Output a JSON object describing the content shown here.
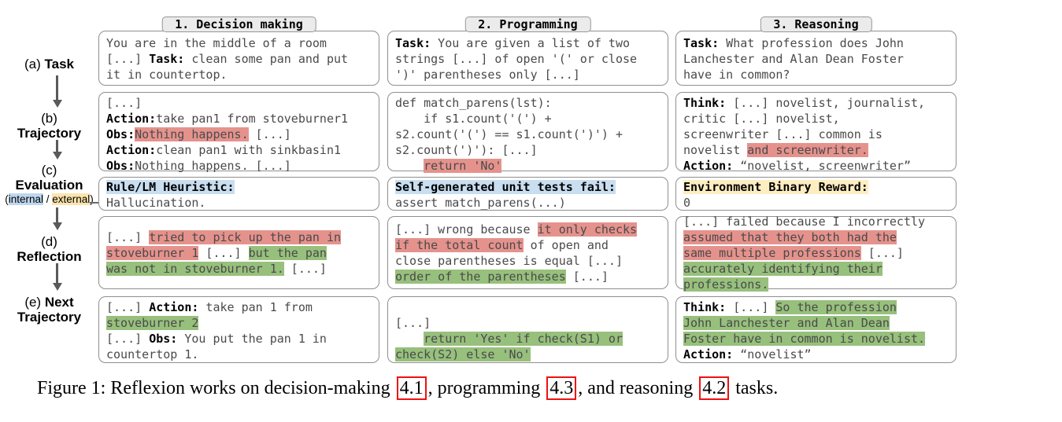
{
  "palette": {
    "highlight_red": "#e5928d",
    "highlight_green": "#97c07c",
    "highlight_blue": "#c9def0",
    "highlight_yellow": "#fdeec2",
    "box_border": "#8f8f8f",
    "tab_background": "#ebebeb",
    "ref_box_red": "#ee1111",
    "mono_text": "#4a4a4a"
  },
  "rail": {
    "a": [
      {
        "t": "(a) "
      },
      {
        "t": "Task",
        "s": "b"
      }
    ],
    "b": [
      {
        "t": "(b)\n"
      },
      {
        "t": "Trajectory",
        "s": "b"
      }
    ],
    "c": [
      {
        "t": "(c)\n"
      },
      {
        "t": "Evaluation",
        "s": "b"
      }
    ],
    "c_sub": [
      {
        "t": "("
      },
      {
        "t": "internal",
        "s": "hl-blue"
      },
      {
        "t": " / "
      },
      {
        "t": "external",
        "s": "hl-yellow"
      },
      {
        "t": ")"
      }
    ],
    "d": [
      {
        "t": "(d)\n"
      },
      {
        "t": "Reflection",
        "s": "b"
      }
    ],
    "e": [
      {
        "t": "(e) "
      },
      {
        "t": "Next",
        "s": "b"
      },
      {
        "t": "\n"
      },
      {
        "t": "Trajectory",
        "s": "b"
      }
    ]
  },
  "columns": [
    {
      "header": "1. Decision making",
      "task": [
        {
          "t": "You are in the middle of a room\n[...] "
        },
        {
          "t": "Task:",
          "s": "b"
        },
        {
          "t": " clean some pan and put\nit in countertop."
        }
      ],
      "trajectory": [
        {
          "t": "[...]\n"
        },
        {
          "t": "Action:",
          "s": "b"
        },
        {
          "t": "take pan1 from stoveburner1\n"
        },
        {
          "t": "Obs:",
          "s": "b"
        },
        {
          "t": "Nothing happens.",
          "s": "hl-red"
        },
        {
          "t": " [...]\n"
        },
        {
          "t": "Action:",
          "s": "b"
        },
        {
          "t": "clean pan1 with sinkbasin1\n"
        },
        {
          "t": "Obs:",
          "s": "b"
        },
        {
          "t": "Nothing happens. [...]"
        }
      ],
      "evaluation": [
        {
          "t": "Rule/LM Heuristic:",
          "s": "b hl-blue"
        },
        {
          "t": "\nHallucination."
        }
      ],
      "reflection": [
        {
          "t": "[...] "
        },
        {
          "t": "tried to pick up the pan in\nstoveburner 1",
          "s": "hl-red"
        },
        {
          "t": " [...] "
        },
        {
          "t": "but the pan\nwas not in stoveburner 1.",
          "s": "hl-green"
        },
        {
          "t": " [...]"
        }
      ],
      "next": [
        {
          "t": "[...] "
        },
        {
          "t": "Action:",
          "s": "b"
        },
        {
          "t": " take pan 1 from\n"
        },
        {
          "t": "stoveburner 2",
          "s": "hl-green"
        },
        {
          "t": "\n[...] "
        },
        {
          "t": "Obs:",
          "s": "b"
        },
        {
          "t": " You put the pan 1 in\ncountertop 1."
        }
      ]
    },
    {
      "header": "2. Programming",
      "task": [
        {
          "t": "Task:",
          "s": "b"
        },
        {
          "t": " You are given a list of two\nstrings [...] of open '(' or close\n')' parentheses only [...]"
        }
      ],
      "trajectory": [
        {
          "t": "def match_parens(lst):\n    if s1.count('(') +\ns2.count('(') == s1.count(')') +\ns2.count(')'): [...]\n    "
        },
        {
          "t": "return 'No'",
          "s": "hl-red"
        }
      ],
      "evaluation": [
        {
          "t": "Self-generated unit tests fail:",
          "s": "b hl-blue"
        },
        {
          "t": "\nassert match_parens(...)"
        }
      ],
      "reflection": [
        {
          "t": "[...] wrong because "
        },
        {
          "t": "it only checks\nif the total count",
          "s": "hl-red"
        },
        {
          "t": " of open and\nclose parentheses is equal [...]\n"
        },
        {
          "t": "order of the parentheses",
          "s": "hl-green"
        },
        {
          "t": " [...]"
        }
      ],
      "next": [
        {
          "t": "\n[...]\n    "
        },
        {
          "t": "return 'Yes' if check(S1) or\ncheck(S2) else 'No'",
          "s": "hl-green"
        }
      ]
    },
    {
      "header": "3. Reasoning",
      "task": [
        {
          "t": "Task:",
          "s": "b"
        },
        {
          "t": " What profession does John\nLanchester and Alan Dean Foster\nhave in common?"
        }
      ],
      "trajectory": [
        {
          "t": "Think:",
          "s": "b"
        },
        {
          "t": " [...] novelist, journalist,\ncritic [...] novelist,\nscreenwriter [...] common is\nnovelist "
        },
        {
          "t": "and screenwriter.",
          "s": "hl-red"
        },
        {
          "t": "\n"
        },
        {
          "t": "Action:",
          "s": "b"
        },
        {
          "t": " “novelist, screenwriter”"
        }
      ],
      "evaluation": [
        {
          "t": "Environment Binary Reward:",
          "s": "b hl-yellow"
        },
        {
          "t": "\n0"
        }
      ],
      "reflection": [
        {
          "t": "[...] failed because I incorrectly\n"
        },
        {
          "t": "assumed that they both had the\nsame multiple professions",
          "s": "hl-red"
        },
        {
          "t": " [...]\n"
        },
        {
          "t": "accurately identifying their\nprofessions.",
          "s": "hl-green"
        }
      ],
      "next": [
        {
          "t": "Think:",
          "s": "b"
        },
        {
          "t": " [...] "
        },
        {
          "t": "So the profession\nJohn Lanchester and Alan Dean\nFoster have in common is novelist.",
          "s": "hl-green"
        },
        {
          "t": "\n"
        },
        {
          "t": "Action:",
          "s": "b"
        },
        {
          "t": " “novelist”"
        }
      ]
    }
  ],
  "caption": [
    {
      "t": "Figure 1: Reflexion works on decision-making "
    },
    {
      "t": "4.1",
      "s": "ref"
    },
    {
      "t": ", programming "
    },
    {
      "t": "4.3",
      "s": "ref"
    },
    {
      "t": ", and reasoning "
    },
    {
      "t": "4.2",
      "s": "ref"
    },
    {
      "t": " tasks."
    }
  ]
}
